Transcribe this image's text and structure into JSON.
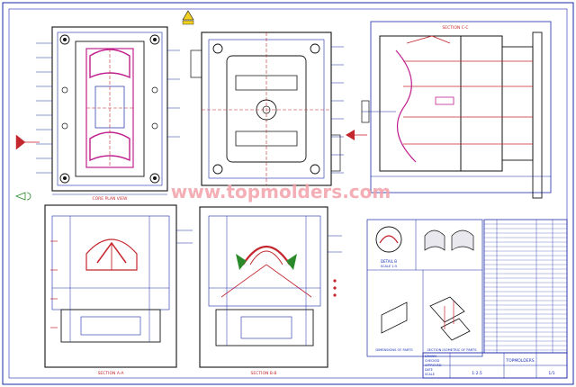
{
  "watermark": {
    "text": "www.topmolders.com",
    "color": "#f2a0a8"
  },
  "colors": {
    "line": "#1b2aa8",
    "dark": "#111111",
    "red": "#c4262e",
    "magenta": "#c0208f",
    "green": "#2a8a2a",
    "yellow": "#f0d020"
  },
  "views": {
    "core_plan_label": "CORE PLAN VIEW",
    "section_top_right": "SECTION C-C",
    "section_a": "SECTION A-A",
    "section_b": "SECTION B-B",
    "detail_label": "DETAIL B",
    "detail_scale": "SCALE 1:5",
    "note_left": "DIMENSIONS OF PARTS",
    "note_right": "SECTION ISOMETRIC OF PARTS"
  },
  "title_block": {
    "rows": [
      "DRAWN",
      "CHECKED",
      "APPROVED",
      "DATE",
      "SCALE"
    ],
    "part_name": "TOPMOLDERS",
    "scale_value": "1:2.5",
    "sheet": "1/1"
  }
}
